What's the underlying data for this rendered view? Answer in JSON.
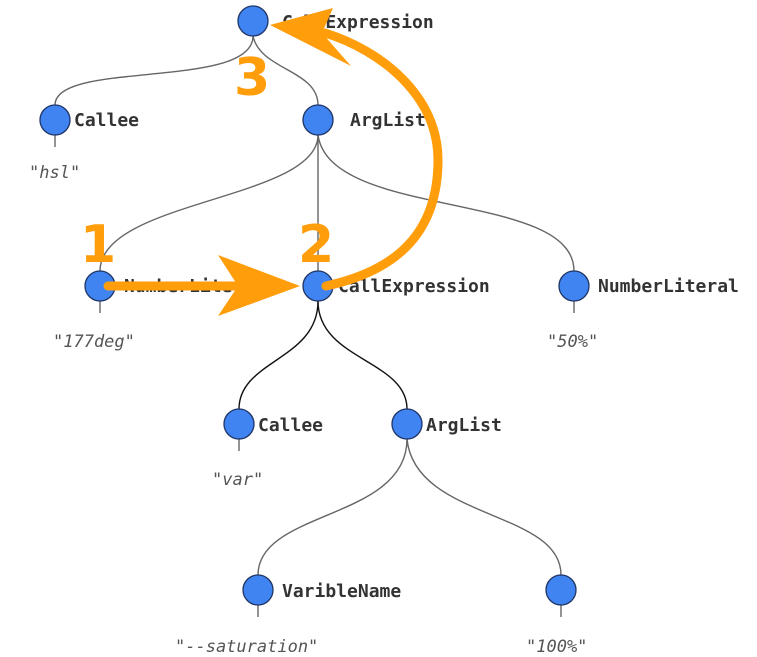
{
  "colors": {
    "node_fill": "#3f84f0",
    "accent": "#ff9d0a",
    "edge": "#666666",
    "edge_dark": "#111111"
  },
  "nodes": {
    "root": {
      "label": "CallExpression"
    },
    "callee_outer": {
      "label": "Callee",
      "value": "\"hsl\""
    },
    "arglist_outer": {
      "label": "ArgList"
    },
    "number_literal_1": {
      "label": "NumberLiteral",
      "value": "\"177deg\""
    },
    "call_expression_inner": {
      "label": "CallExpression"
    },
    "number_literal_2": {
      "label": "NumberLiteral",
      "value": "\"50%\""
    },
    "callee_inner": {
      "label": "Callee",
      "value": "\"var\""
    },
    "arglist_inner": {
      "label": "ArgList"
    },
    "variable_name": {
      "label": "VaribleName",
      "value": "\"--saturation\""
    },
    "number_literal_3": {
      "value": "\"100%\""
    }
  },
  "steps": [
    "1",
    "2",
    "3"
  ]
}
